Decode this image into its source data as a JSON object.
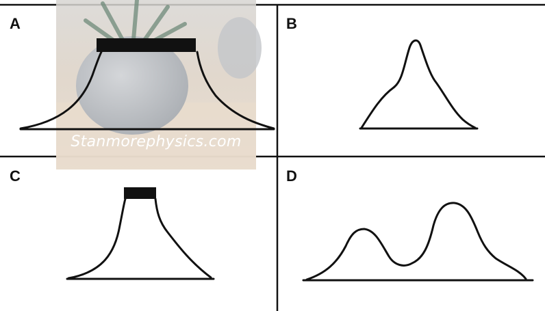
{
  "panels": [
    {
      "id": "A",
      "label": "A"
    },
    {
      "id": "B",
      "label": "B"
    },
    {
      "id": "C",
      "label": "C"
    },
    {
      "id": "D",
      "label": "D"
    }
  ],
  "watermark": {
    "text": "Stanmorephysics.com",
    "icon": "plant-pot-photo-icon"
  },
  "colors": {
    "line": "#111111",
    "background": "#ffffff",
    "watermark_text": "#ffffff"
  }
}
